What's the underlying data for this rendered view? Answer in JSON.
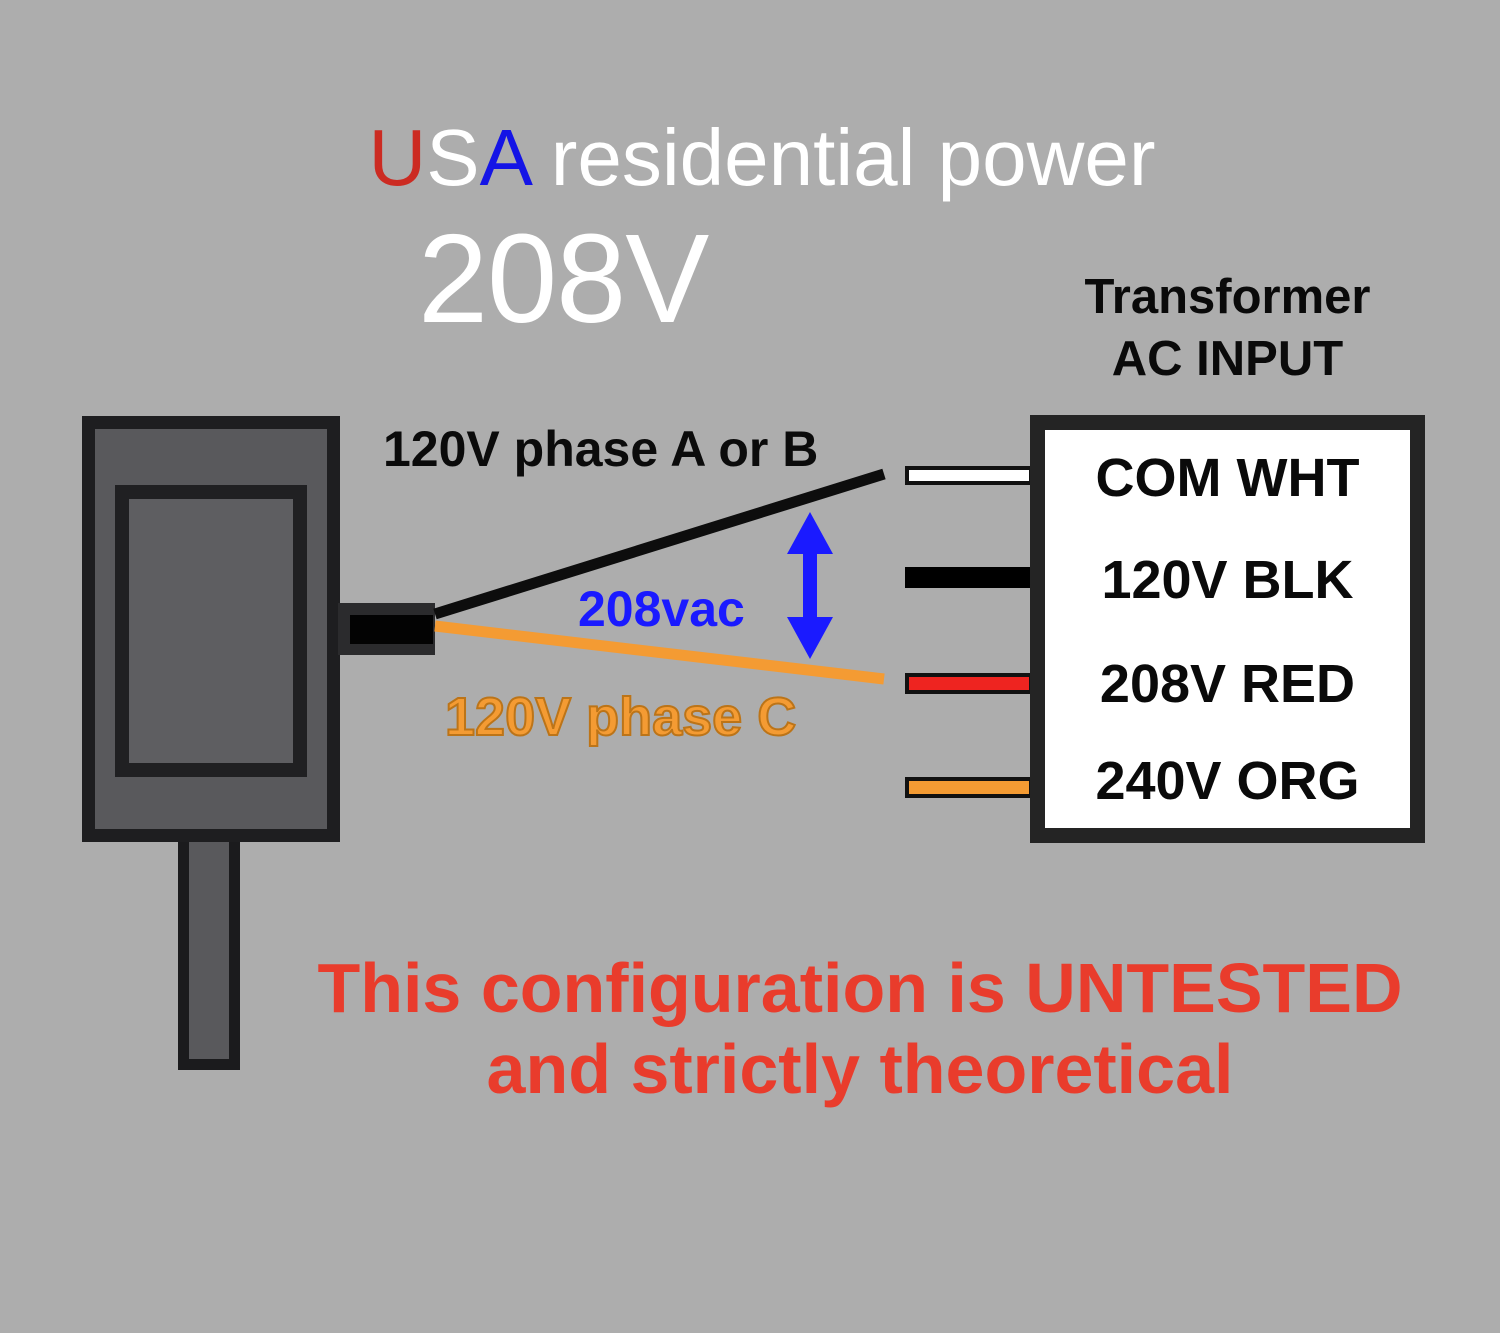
{
  "title": {
    "u": "U",
    "s": "S",
    "a": "A",
    "rest": " residential power",
    "voltage": "208V"
  },
  "transformer": {
    "heading_line1": "Transformer",
    "heading_line2": "AC INPUT",
    "terminals": [
      {
        "label": "COM WHT",
        "wire_color": "#FFFFFF"
      },
      {
        "label": "120V BLK",
        "wire_color": "#000000"
      },
      {
        "label": "208V RED",
        "wire_color": "#EE2420"
      },
      {
        "label": "240V ORG",
        "wire_color": "#F49B33"
      }
    ]
  },
  "wiring_labels": {
    "phase_ab": "120V phase A or B",
    "vac": "208vac",
    "phase_c": "120V phase C"
  },
  "warning": {
    "line1": "This configuration is UNTESTED",
    "line2": "and strictly theoretical"
  },
  "colors": {
    "background": "#ADADAD",
    "usa_red": "#CC2B22",
    "usa_blue": "#1414E6",
    "white": "#FFFFFF",
    "heading_black": "#0A0A0A",
    "blue_accent": "#1A1AFF",
    "orange": "#F49B33",
    "orange_outline": "#BC7418",
    "warning_red": "#E93C2C",
    "house_wire_black": "#0D0D0D",
    "house_wire_orange": "#F49B33"
  }
}
